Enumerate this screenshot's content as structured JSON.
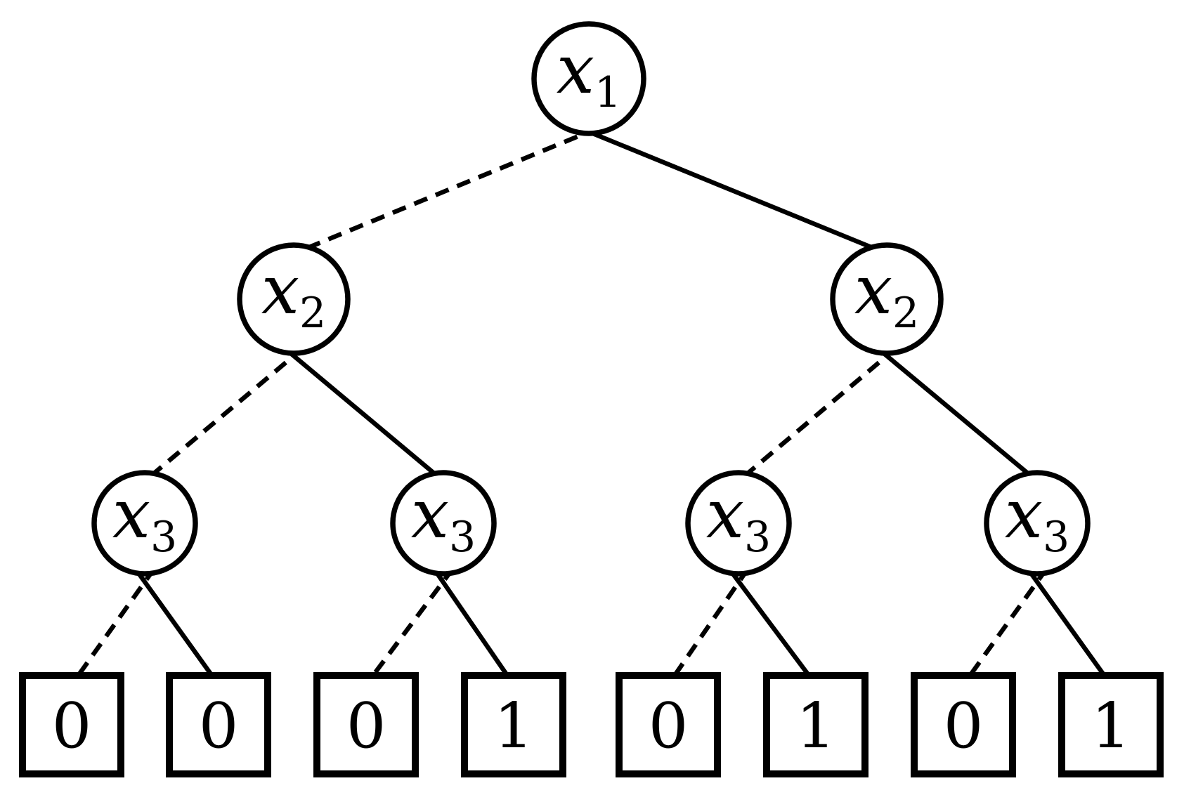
{
  "diagram": {
    "type": "binary-decision-tree",
    "colors": {
      "stroke": "#000000",
      "background": "#ffffff"
    },
    "edge_styles": {
      "left_branch": "dashed",
      "right_branch": "solid"
    },
    "nodes": {
      "x1": {
        "label": "x",
        "subscript": "1"
      },
      "x2_left": {
        "label": "x",
        "subscript": "2"
      },
      "x2_right": {
        "label": "x",
        "subscript": "2"
      },
      "x3_1": {
        "label": "x",
        "subscript": "3"
      },
      "x3_2": {
        "label": "x",
        "subscript": "3"
      },
      "x3_3": {
        "label": "x",
        "subscript": "3"
      },
      "x3_4": {
        "label": "x",
        "subscript": "3"
      }
    },
    "leaves": {
      "values": [
        "0",
        "0",
        "0",
        "1",
        "0",
        "1",
        "0",
        "1"
      ]
    }
  }
}
